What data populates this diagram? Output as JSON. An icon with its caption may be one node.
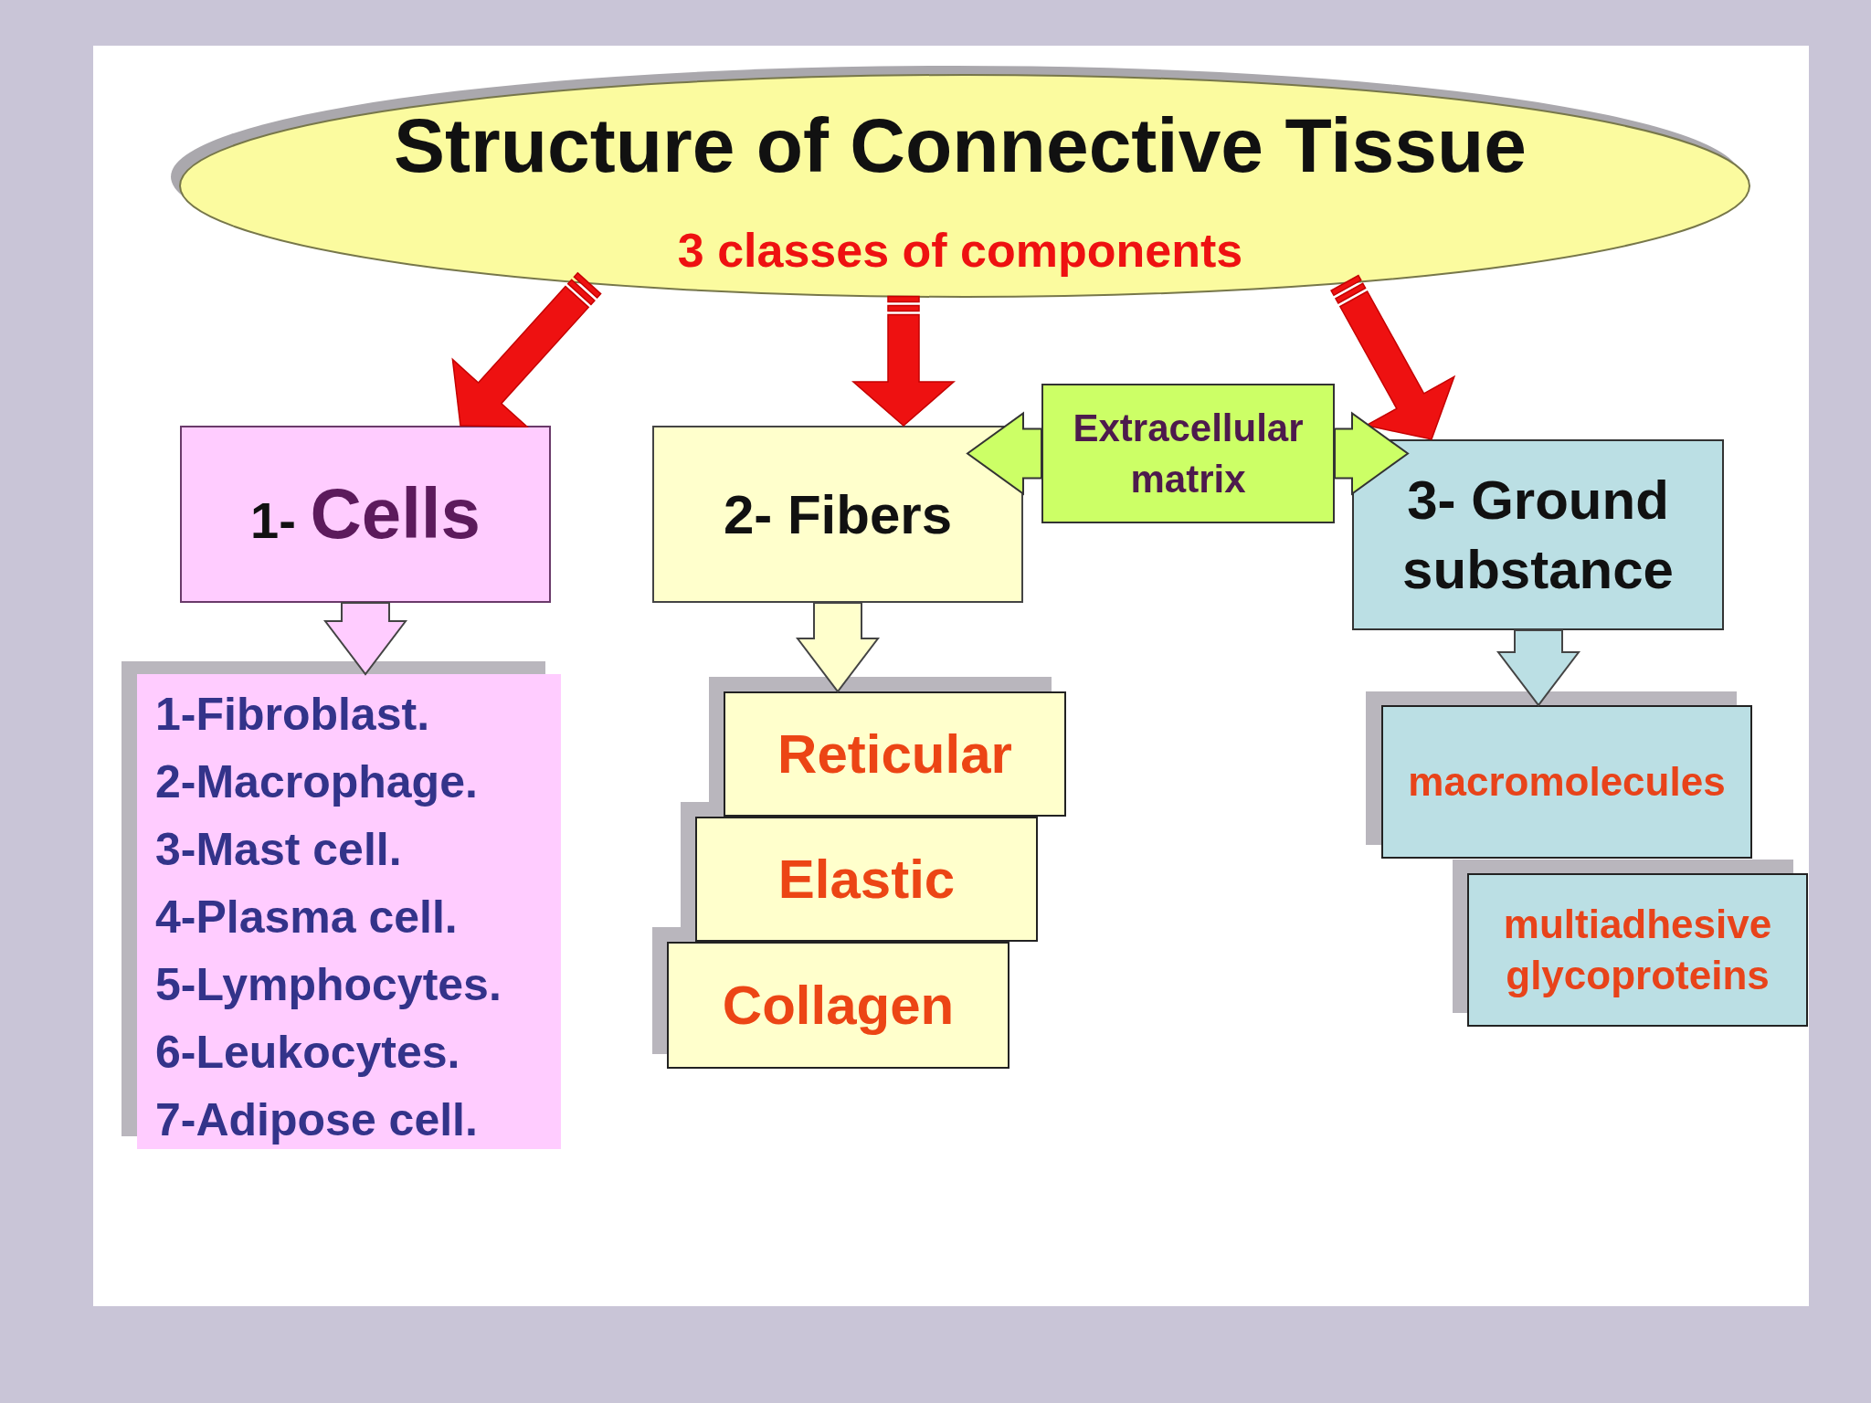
{
  "diagram": {
    "nodes": [
      {
        "text": [
          "Structure of Connective Tissue",
          "3 classes of components"
        ]
      },
      {
        "text": [
          "1- Cells"
        ]
      },
      {
        "text": [
          "2- Fibers"
        ]
      },
      {
        "text": [
          "Extracellular matrix"
        ]
      },
      {
        "text": [
          "3- Ground substance"
        ]
      },
      {
        "text": [
          "1-Fibroblast.",
          "2-Macrophage.",
          "3-Mast cell.",
          "4-Plasma cell.",
          "5-Lymphocytes.",
          "6-Leukocytes.",
          "7-Adipose cell."
        ]
      },
      {
        "text": [
          "Reticular"
        ]
      },
      {
        "text": [
          "Elastic"
        ]
      },
      {
        "text": [
          "Collagen"
        ]
      },
      {
        "text": [
          "macromolecules"
        ]
      },
      {
        "text": [
          "multiadhesive glycoproteins"
        ]
      }
    ],
    "edges": [
      {
        "from": 0,
        "to": 1,
        "arrow": "to",
        "color": "#ee1111"
      },
      {
        "from": 0,
        "to": 2,
        "arrow": "to",
        "color": "#ee1111"
      },
      {
        "from": 0,
        "to": 4,
        "arrow": "to",
        "color": "#ee1111"
      },
      {
        "from": 3,
        "to": 2,
        "arrow": "to",
        "color": "#ccff66"
      },
      {
        "from": 3,
        "to": 4,
        "arrow": "to",
        "color": "#ccff66"
      },
      {
        "from": 1,
        "to": 5,
        "arrow": "to",
        "color": "#ffccff"
      },
      {
        "from": 2,
        "to": 6,
        "arrow": "to",
        "color": "#ffffcc"
      },
      {
        "from": 4,
        "to": 9,
        "arrow": "to",
        "color": "#bbdfe4"
      }
    ]
  }
}
